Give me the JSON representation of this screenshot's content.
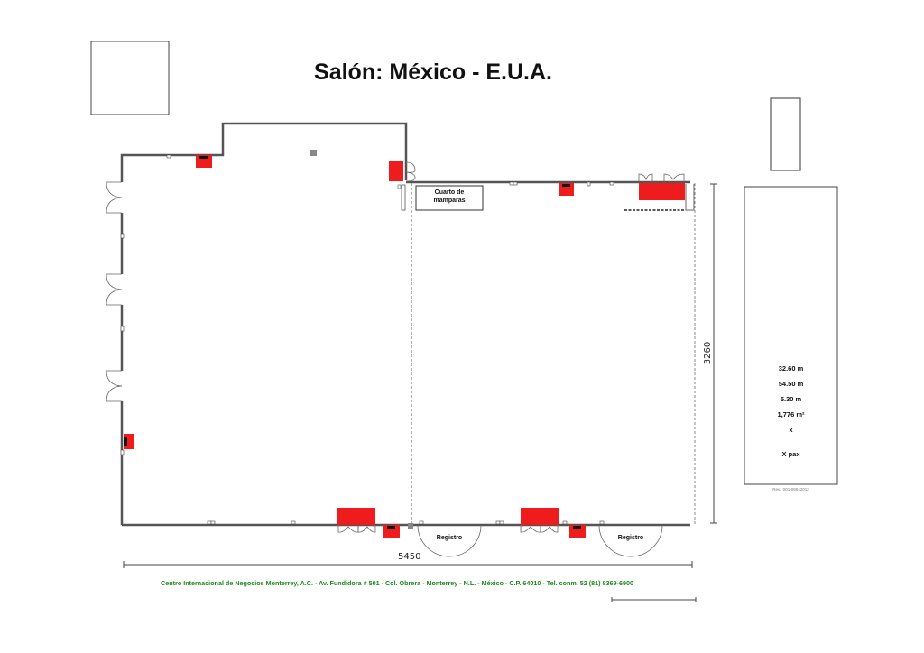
{
  "title": "Salón: México - E.U.A.",
  "rooms": {
    "partition_room": {
      "label_line1": "Cuarto de",
      "label_line2": "mamparas"
    },
    "registration_left": {
      "label": "Registro"
    },
    "registration_right": {
      "label": "Registro"
    }
  },
  "dimensions": {
    "width_label": "5450",
    "height_label": "3260"
  },
  "info_panel": {
    "width": "32.60 m",
    "length": "54.50 m",
    "height": "5.30 m",
    "area": "1,776 m²",
    "capacity_placeholder": "x",
    "pax": "X pax",
    "revision": "Rev.: 001-09042012"
  },
  "footer": {
    "address": "Centro Internacional de Negocios Monterrey, A.C. - Av. Fundidora # 501 - Col. Obrera - Monterrey - N.L. - México - C.P. 64010 - Tel. conm. 52 (81) 8369-6900"
  },
  "colors": {
    "wall": "#555555",
    "emergency": "#ee1c1c",
    "footer_text": "#1a8a1a"
  }
}
